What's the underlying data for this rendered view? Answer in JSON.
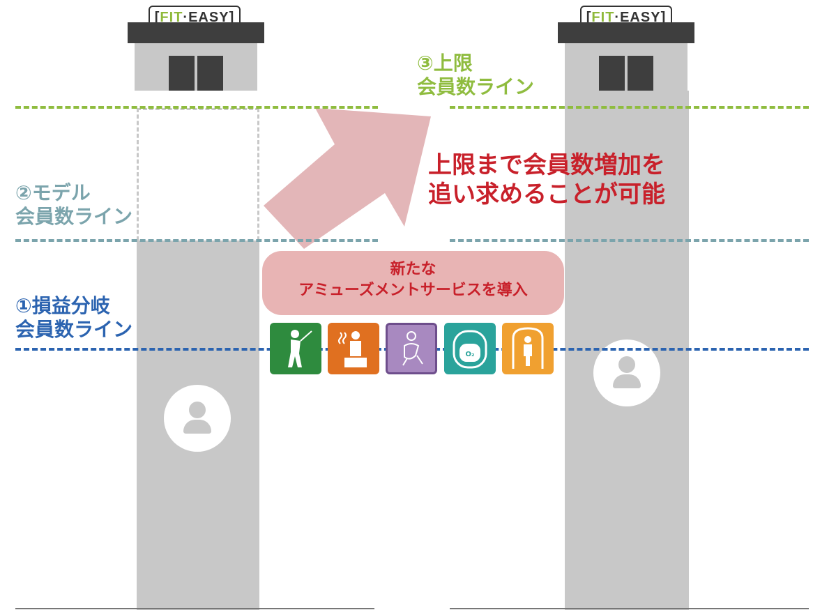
{
  "brand": {
    "sign_prefix": "FIT",
    "sign_suffix": "EASY",
    "sign_bracket_open": "[",
    "sign_bracket_close": "]"
  },
  "lines": {
    "upper_limit": {
      "line1": "③上限",
      "line2": "会員数ライン",
      "color": "#8fbc3f"
    },
    "model": {
      "line1": "②モデル",
      "line2": "会員数ライン",
      "color": "#7ba4ac"
    },
    "breakeven": {
      "line1": "①損益分岐",
      "line2": "会員数ライン",
      "color": "#2b63b0"
    }
  },
  "headline": {
    "line1": "上限まで会員数増加を",
    "line2": "追い求めることが可能",
    "color": "#c8202a"
  },
  "service_banner": {
    "line1": "新たな",
    "line2": "アミューズメントサービスを導入",
    "bg": "#e8b4b4"
  },
  "service_icons": [
    {
      "name": "golf-icon",
      "color": "#2e8b3e"
    },
    {
      "name": "sauna-icon",
      "color": "#e07020"
    },
    {
      "name": "massage-icon",
      "color": "#a889c0"
    },
    {
      "name": "oxygen-capsule-icon",
      "color": "#2aa39b"
    },
    {
      "name": "body-scanner-icon",
      "color": "#f0a030"
    }
  ],
  "colors": {
    "building": "#c8c8c8",
    "roof": "#3e3e3e",
    "arrow": "#e3b6b8"
  }
}
